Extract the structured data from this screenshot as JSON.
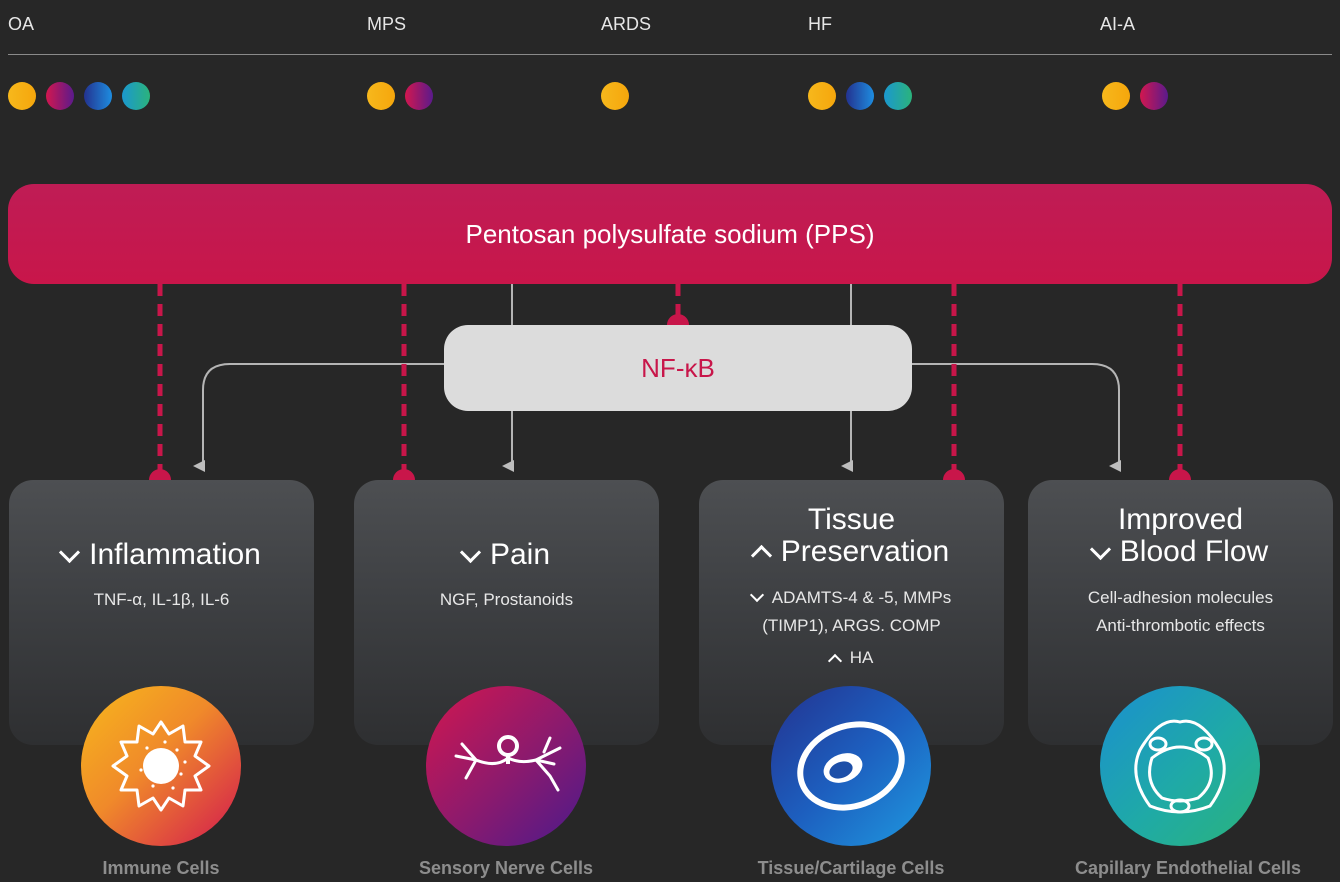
{
  "conditions": [
    "OA",
    "MPS",
    "ARDS",
    "HF",
    "AI-A"
  ],
  "center": {
    "drug": "Pentosan polysulfate sodium (PPS)",
    "pathway": "NF-κB"
  },
  "effects": [
    {
      "title": "Inflammation",
      "direction": "down",
      "details": [
        "TNF-α, IL-1β, IL-6"
      ]
    },
    {
      "title": "Pain",
      "direction": "down",
      "details": [
        "NGF, Prostanoids"
      ]
    },
    {
      "title_line1": "Tissue",
      "title_line2": "Preservation",
      "direction": "up",
      "details_down": "ADAMTS-4 & -5, MMPs",
      "details_down_2": "(TIMP1), ARGS. COMP",
      "details_up": "HA"
    },
    {
      "title_line1": "Improved",
      "title_line2": "Blood Flow",
      "direction": "down",
      "details": [
        "Cell-adhesion molecules",
        "Anti-thrombotic effects"
      ]
    }
  ],
  "cells": [
    "Immune Cells",
    "Sensory Nerve Cells",
    "Tissue/Cartilage Cells",
    "Capillary Endothelial Cells"
  ],
  "colors": {
    "magenta": "#c8164a",
    "yellow": "#f7b81c",
    "purple": "#5a1a8c",
    "blue": "#1e8de0",
    "teal": "#2bb37c"
  }
}
